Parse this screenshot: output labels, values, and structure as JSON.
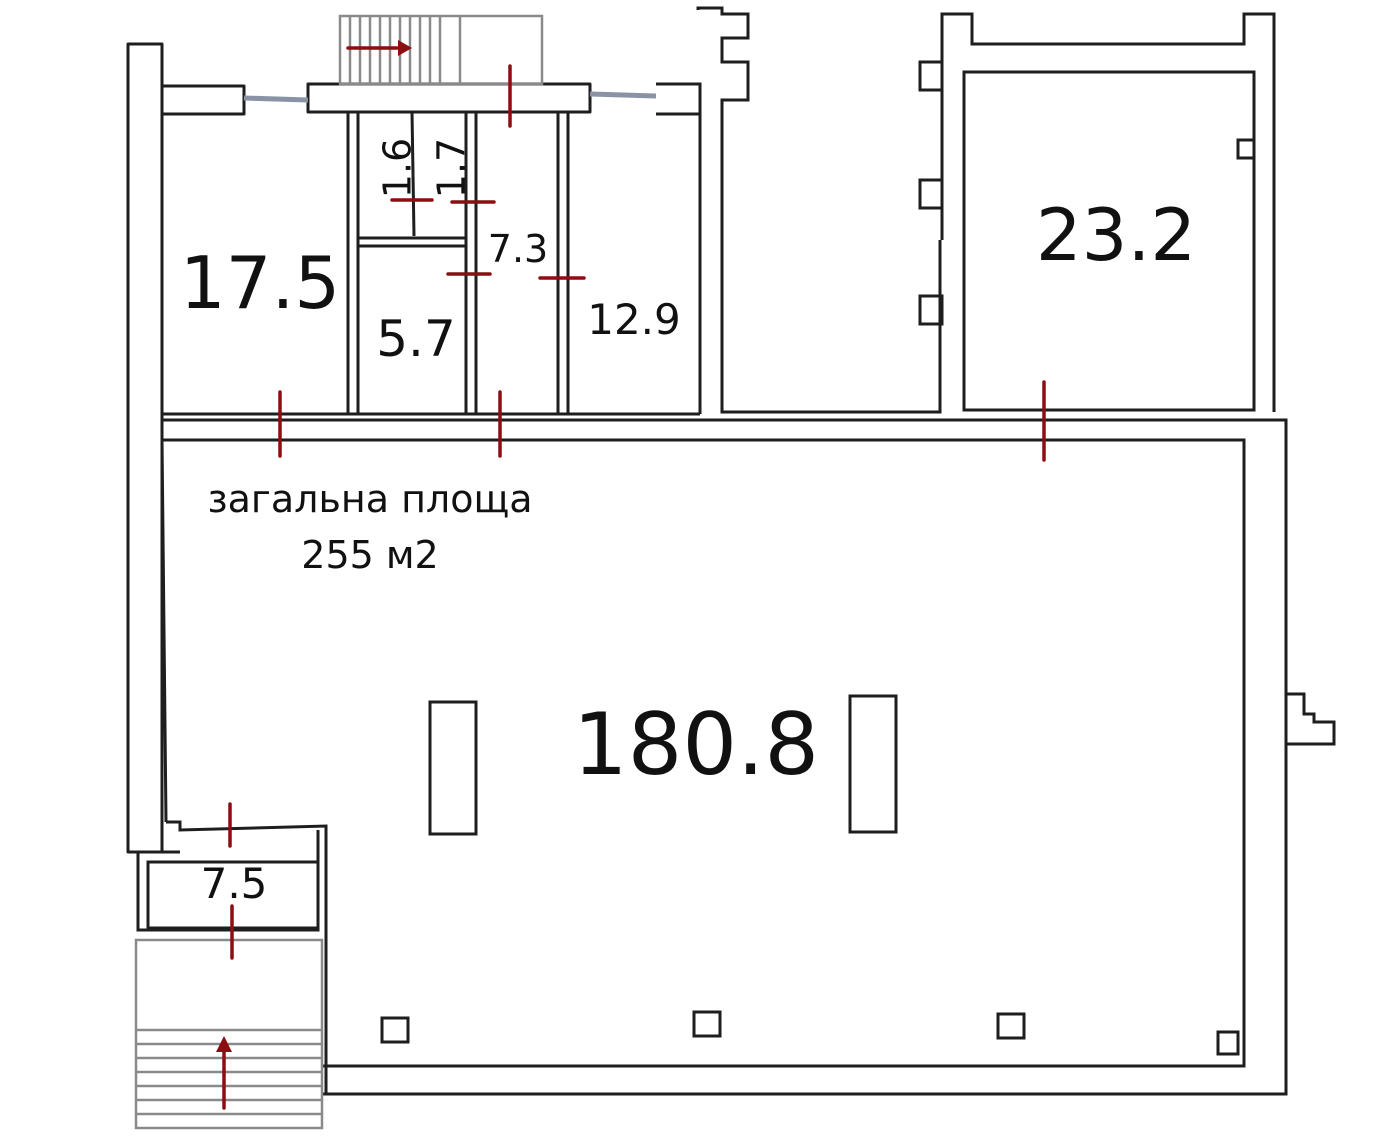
{
  "plan": {
    "total_area_label": "загальна площа",
    "total_area_value": "255 м2"
  },
  "rooms": {
    "main_hall": "180.8",
    "room_right": "23.2",
    "room_left": "17.5",
    "room_right_small": "12.9",
    "room_center": "5.7",
    "corridor": "7.3",
    "wc_1": "1.6",
    "wc_2": "1.7",
    "vestibule": "7.5"
  },
  "colors": {
    "walls": "#1e1e1e",
    "doors": "#8b0f12",
    "windows": "#8a93a6",
    "background": "#ffffff"
  }
}
